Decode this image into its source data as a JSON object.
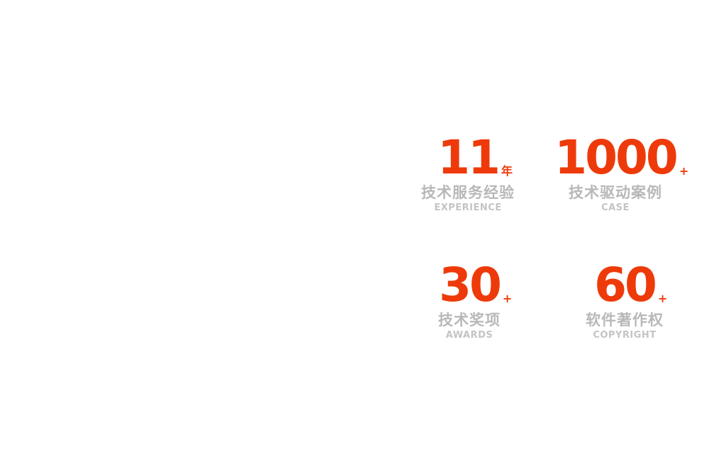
{
  "stats": [
    {
      "number": "11",
      "suffix": "年",
      "label": "技术服务经验",
      "sublabel": "EXPERIENCE"
    },
    {
      "number": "1000",
      "suffix": "+",
      "label": "技术驱动案例",
      "sublabel": "CASE"
    },
    {
      "number": "30",
      "suffix": "+",
      "label": "技术奖项",
      "sublabel": "AWARDS"
    },
    {
      "number": "60",
      "suffix": "+",
      "label": "软件著作权",
      "sublabel": "COPYRIGHT"
    }
  ],
  "colors": {
    "accent": "#ee3a0a",
    "label": "#b8b8b8",
    "sublabel": "#c4c4c4",
    "background": "#ffffff"
  }
}
